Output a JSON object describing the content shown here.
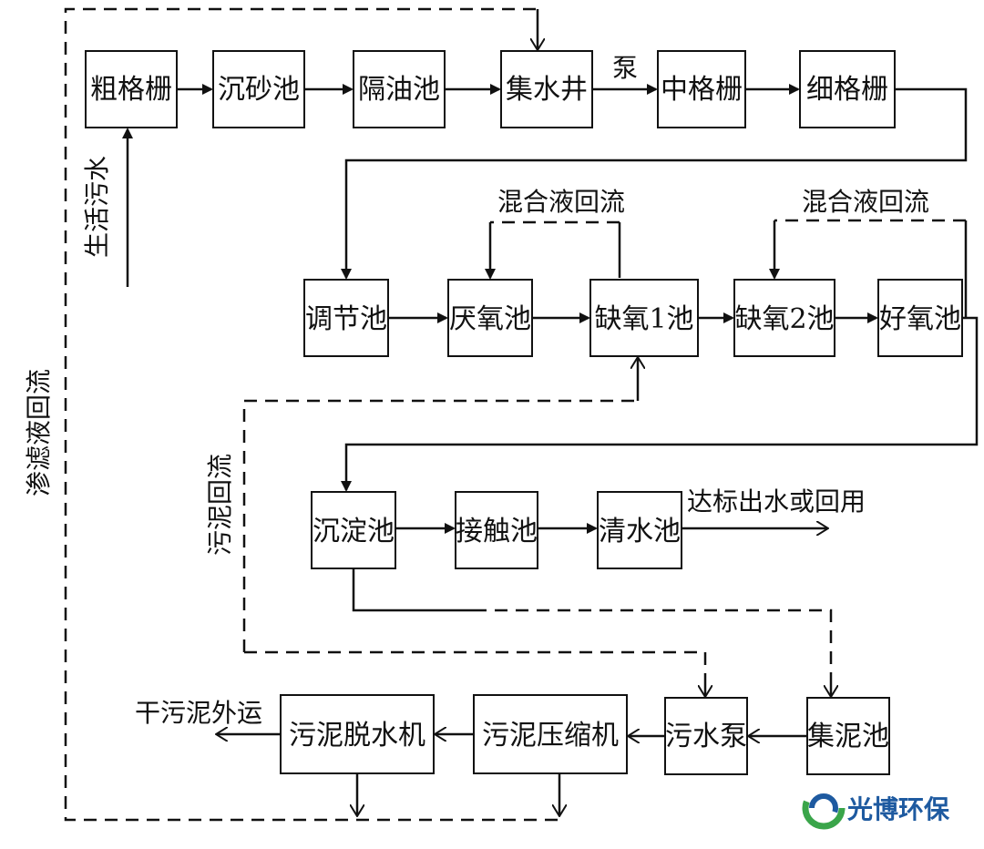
{
  "nodes": {
    "coarse_screen": "粗格栅",
    "grit_chamber": "沉砂池",
    "oil_separator": "隔油池",
    "sump_well": "集水井",
    "medium_screen": "中格栅",
    "fine_screen": "细格栅",
    "equalization_tank": "调节池",
    "anaerobic_tank": "厌氧池",
    "anoxic_tank_1": "缺氧1池",
    "anoxic_tank_2": "缺氧2池",
    "aerobic_tank": "好氧池",
    "sedimentation_tank": "沉淀池",
    "contact_tank": "接触池",
    "clear_water_tank": "清水池",
    "sludge_dewatering_machine": "污泥脱水机",
    "sludge_thickener": "污泥压缩机",
    "sewage_pump": "污水泵",
    "sludge_collection_tank": "集泥池"
  },
  "labels": {
    "pump": "泵",
    "domestic_sewage": "生活污水",
    "leachate_return": "渗滤液回流",
    "mixed_liquor_return_1": "混合液回流",
    "mixed_liquor_return_2": "混合液回流",
    "sludge_return": "污泥回流",
    "effluent": "达标出水或回用",
    "dry_sludge_out": "干污泥外运"
  },
  "logo": {
    "text": "光博环保",
    "colors": {
      "blue": "#1e5aa0",
      "green": "#3aa54a"
    }
  }
}
